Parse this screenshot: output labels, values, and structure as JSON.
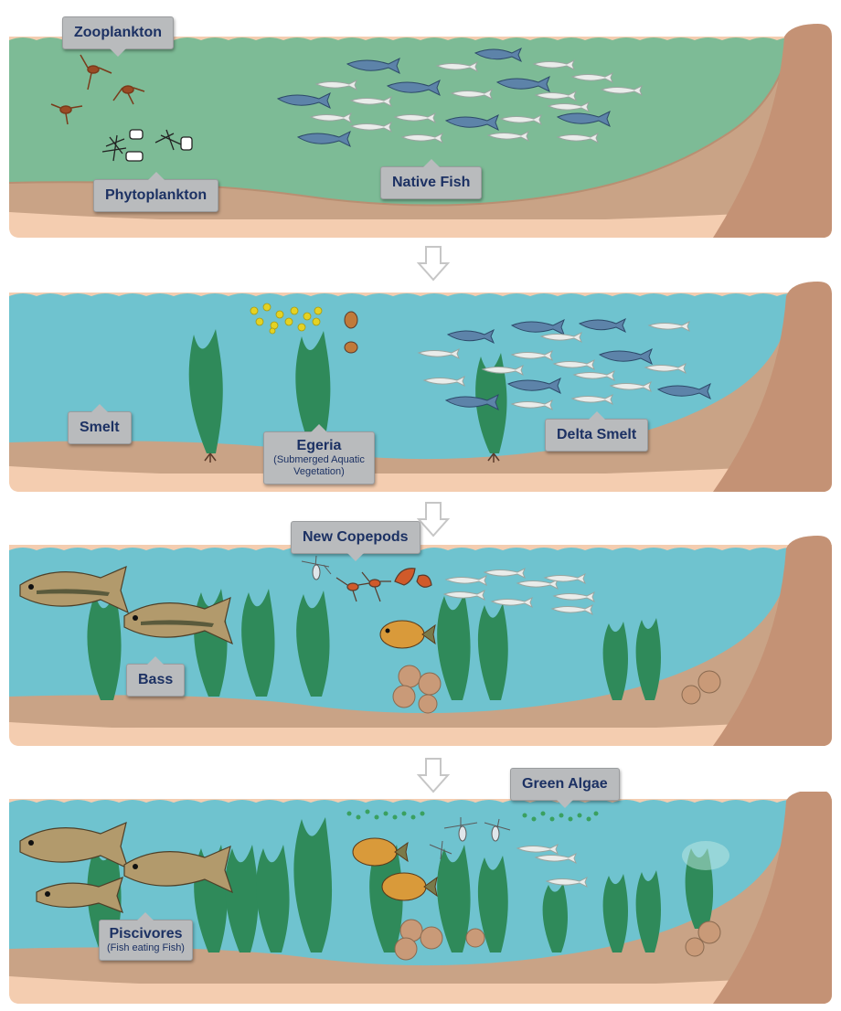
{
  "panel1": {
    "labels": {
      "zooplankton": "Zooplankton",
      "phytoplankton": "Phytoplankton",
      "native_fish": "Native Fish"
    }
  },
  "panel2": {
    "labels": {
      "smelt": "Smelt",
      "egeria": "Egeria",
      "egeria_note": "(Submerged Aquatic Vegetation)",
      "delta_smelt": "Delta Smelt"
    }
  },
  "panel3": {
    "labels": {
      "new_copepods": "New Copepods",
      "bass": "Bass"
    }
  },
  "panel4": {
    "labels": {
      "green_algae": "Green Algae",
      "piscivores": "Piscivores",
      "piscivores_note": "(Fish eating Fish)"
    }
  },
  "colors": {
    "panel1_water": "#7dbb96",
    "panel_water": "#6fc3cf",
    "sediment": "#c9a386",
    "sand": "#f4cdb0",
    "bank": "#c49275",
    "label_bg": "#b9bbbd",
    "label_text": "#1c3163",
    "vegetation": "#2f8a5a"
  },
  "icons": {
    "flow_arrow": "down-arrow-icon"
  }
}
